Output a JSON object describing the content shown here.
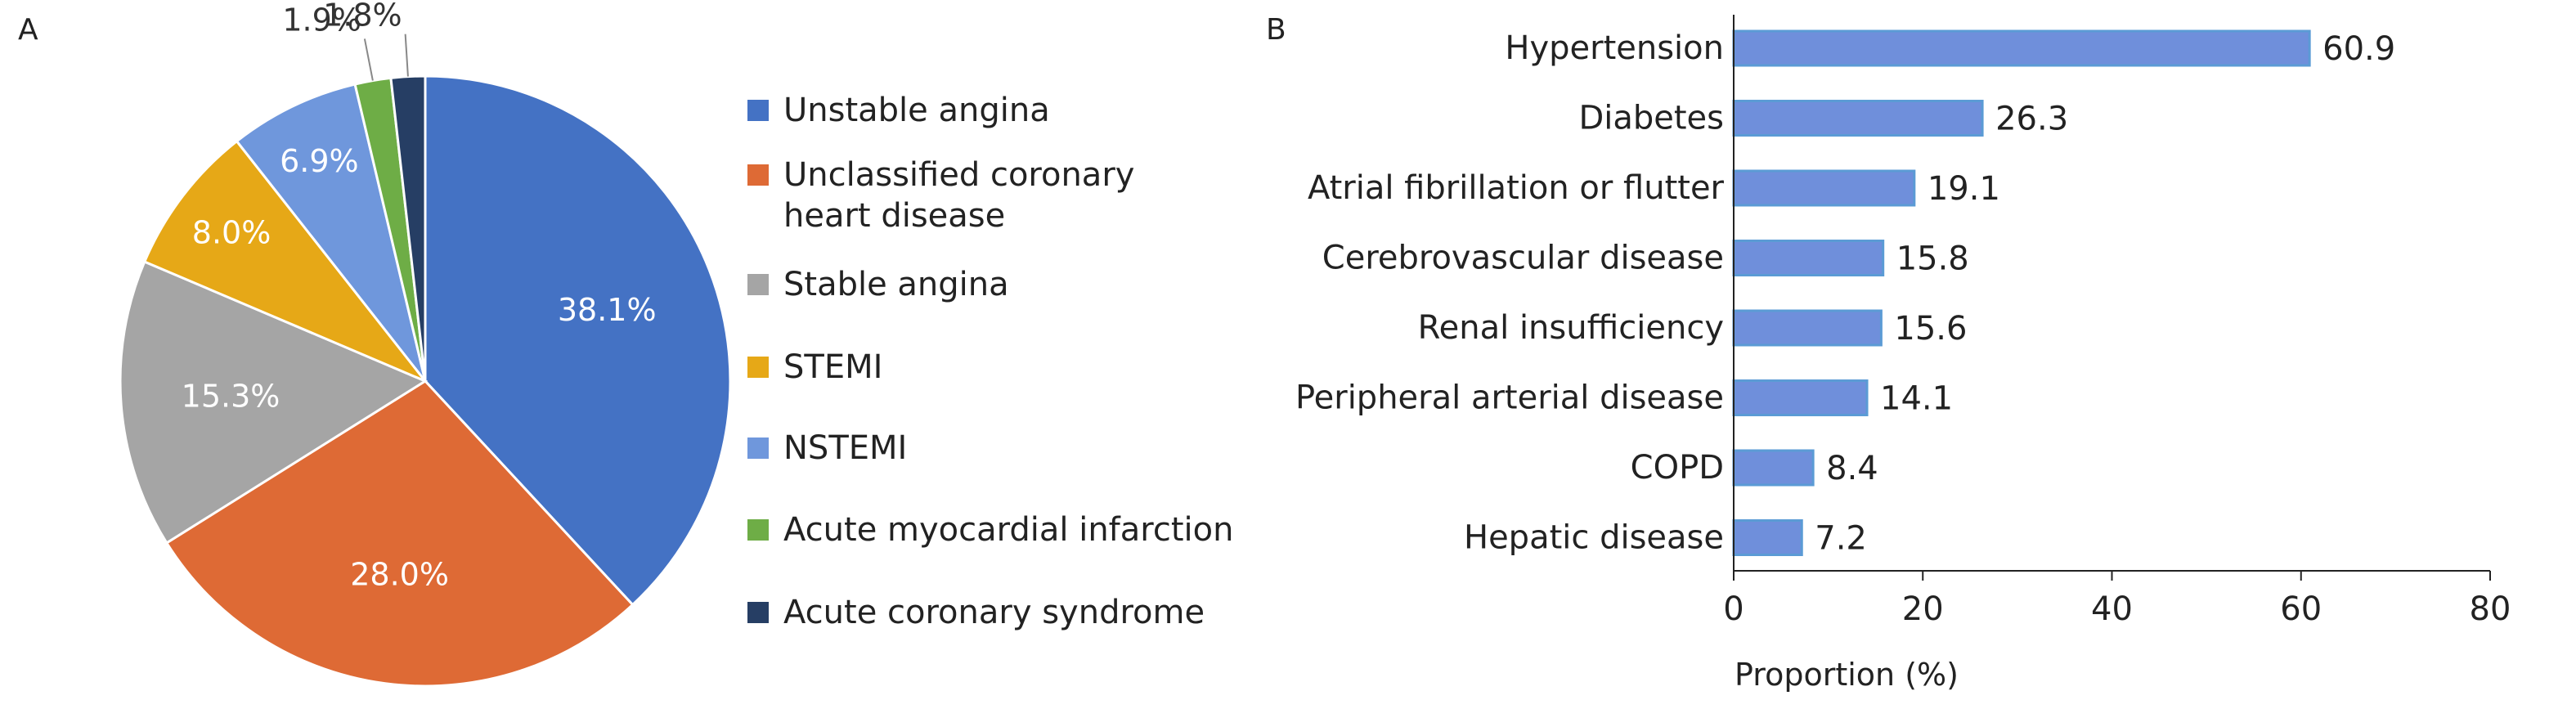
{
  "chart_data": [
    {
      "panel_label": "A",
      "type": "pie",
      "categories": [
        "Unstable angina",
        "Unclassified coronary heart disease",
        "Stable angina",
        "STEMI",
        "NSTEMI",
        "Acute myocardial infarction",
        "Acute coronary syndrome"
      ],
      "values": [
        38.1,
        28.0,
        15.3,
        8.0,
        6.9,
        1.9,
        1.8
      ],
      "value_labels": [
        "38.1%",
        "28.0%",
        "15.3%",
        "8.0%",
        "6.9%",
        "1.9%",
        "1.8%"
      ],
      "legend_lines": [
        [
          "Unstable angina"
        ],
        [
          "Unclassified coronary",
          "heart disease"
        ],
        [
          "Stable angina"
        ],
        [
          "STEMI"
        ],
        [
          "NSTEMI"
        ],
        [
          "Acute myocardial infarction"
        ],
        [
          "Acute coronary syndrome"
        ]
      ],
      "colors": [
        "#4472C4",
        "#DE6A35",
        "#A5A5A5",
        "#E6A817",
        "#6F97DC",
        "#6EAD46",
        "#263E64"
      ],
      "label_colors": [
        "#ffffff",
        "#ffffff",
        "#ffffff",
        "#ffffff",
        "#ffffff",
        "#333333",
        "#333333"
      ],
      "legend_position": "right"
    },
    {
      "panel_label": "B",
      "type": "bar",
      "orientation": "horizontal",
      "categories": [
        "Hypertension",
        "Diabetes",
        "Atrial fibrillation or flutter",
        "Cerebrovascular disease",
        "Renal insufficiency",
        "Peripheral arterial disease",
        "COPD",
        "Hepatic disease"
      ],
      "values": [
        60.9,
        26.3,
        19.1,
        15.8,
        15.6,
        14.1,
        8.4,
        7.2
      ],
      "value_labels": [
        "60.9",
        "26.3",
        "19.1",
        "15.8",
        "15.6",
        "14.1",
        "8.4",
        "7.2"
      ],
      "xlabel": "Proportion (%)",
      "xlim": [
        0,
        80
      ],
      "xticks": [
        0,
        20,
        40,
        60,
        80
      ],
      "xtick_labels": [
        "0",
        "20",
        "40",
        "60",
        "80"
      ],
      "bar_color": "#6F8FDB",
      "grid": false
    }
  ]
}
